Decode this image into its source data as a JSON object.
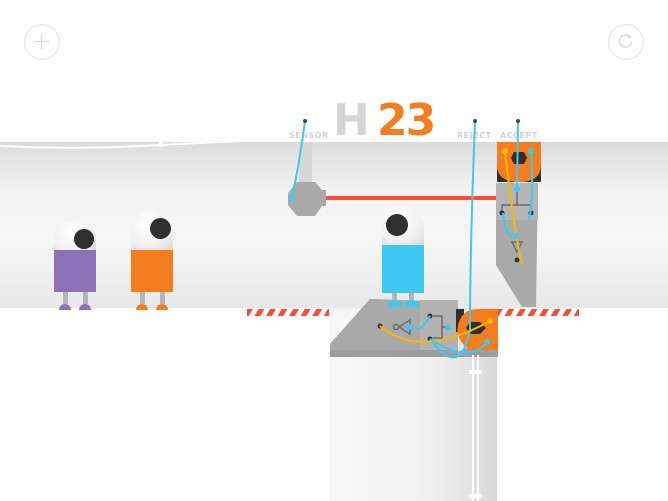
{
  "hud": {
    "add_button_icon": "plus-icon",
    "restart_button_icon": "restart-icon"
  },
  "level": {
    "letter": "H",
    "number": "23"
  },
  "labels": {
    "sensor": "SENSOR",
    "reject": "REJECT",
    "accept": "ACCEPT"
  },
  "robots": [
    {
      "name": "purple-robot",
      "color": "#8b72b8"
    },
    {
      "name": "orange-robot",
      "color": "#f47d20"
    },
    {
      "name": "blue-robot",
      "color": "#3fc8f0"
    }
  ],
  "colors": {
    "accent_orange": "#f47d20",
    "laser_red": "#ff4b33",
    "wire_blue": "#3fc8f0",
    "wire_yellow": "#f6b800",
    "machine_gray": "#a9a9a9"
  }
}
